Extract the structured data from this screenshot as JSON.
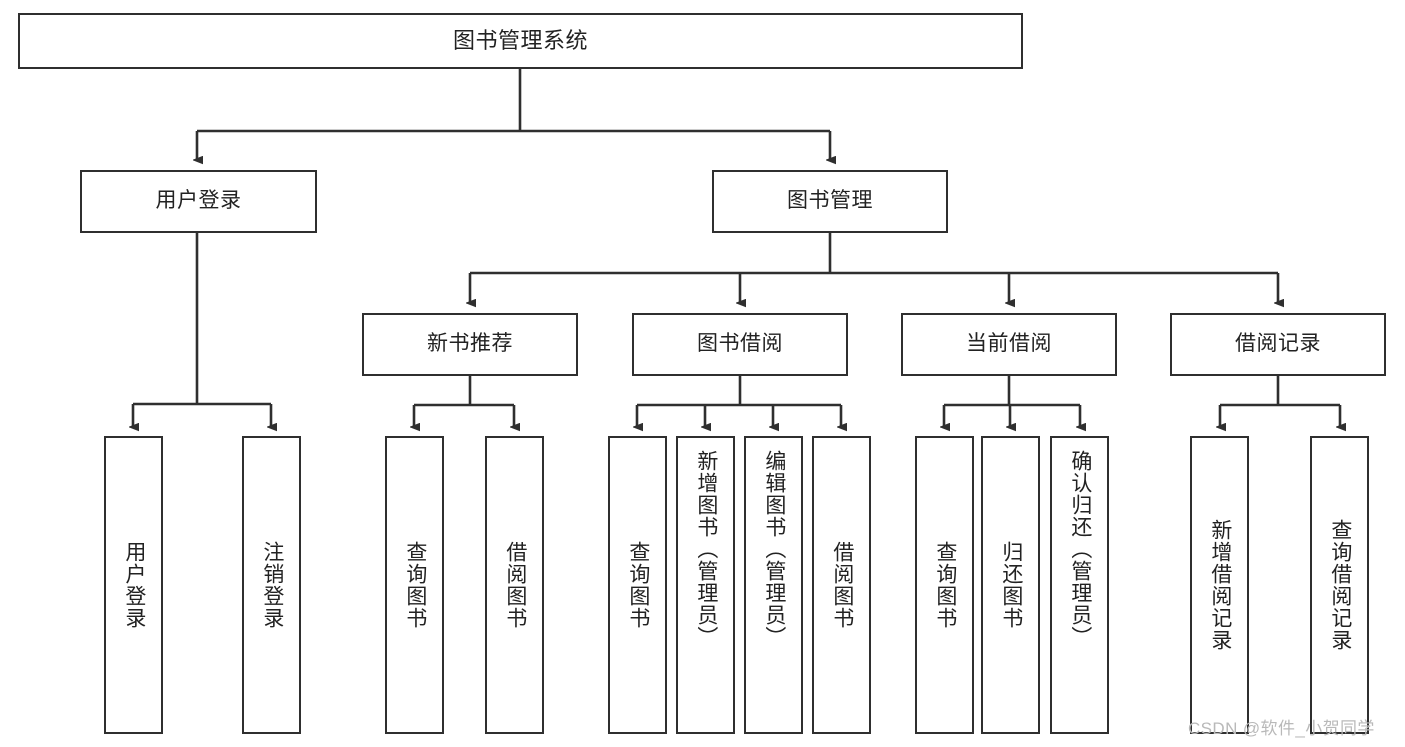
{
  "diagram": {
    "type": "tree-hierarchy",
    "title": "图书管理系统",
    "root": {
      "label": "图书管理系统"
    },
    "level2": [
      {
        "id": "user-login",
        "label": "用户登录"
      },
      {
        "id": "book-management",
        "label": "图书管理"
      }
    ],
    "level3": [
      {
        "id": "new-book-recommend",
        "label": "新书推荐",
        "parent": "book-management"
      },
      {
        "id": "book-borrow",
        "label": "图书借阅",
        "parent": "book-management"
      },
      {
        "id": "current-borrow",
        "label": "当前借阅",
        "parent": "book-management"
      },
      {
        "id": "borrow-record",
        "label": "借阅记录",
        "parent": "book-management"
      }
    ],
    "leaves": [
      {
        "id": "leaf-user-login",
        "label": "用户登录",
        "parent": "user-login"
      },
      {
        "id": "leaf-logout-login",
        "label": "注销登录",
        "parent": "user-login"
      },
      {
        "id": "leaf-query-book-1",
        "label": "查询图书",
        "parent": "new-book-recommend"
      },
      {
        "id": "leaf-borrow-book-1",
        "label": "借阅图书",
        "parent": "new-book-recommend"
      },
      {
        "id": "leaf-query-book-2",
        "label": "查询图书",
        "parent": "book-borrow"
      },
      {
        "id": "leaf-add-book",
        "label": "新增图书（管理员）",
        "parent": "book-borrow"
      },
      {
        "id": "leaf-edit-book",
        "label": "编辑图书（管理员）",
        "parent": "book-borrow"
      },
      {
        "id": "leaf-borrow-book-2",
        "label": "借阅图书",
        "parent": "book-borrow"
      },
      {
        "id": "leaf-query-book-3",
        "label": "查询图书",
        "parent": "current-borrow"
      },
      {
        "id": "leaf-return-book",
        "label": "归还图书",
        "parent": "current-borrow"
      },
      {
        "id": "leaf-confirm-return",
        "label": "确认归还（管理员）",
        "parent": "current-borrow"
      },
      {
        "id": "leaf-add-borrow-record",
        "label": "新增借阅记录",
        "parent": "borrow-record"
      },
      {
        "id": "leaf-query-borrow-record",
        "label": "查询借阅记录",
        "parent": "borrow-record"
      }
    ],
    "colors": {
      "stroke": "#2f2f2f",
      "fill": "#ffffff",
      "text": "#222222",
      "watermark": "#b9b9b9"
    }
  },
  "watermark": {
    "text": "CSDN @软件_小贺同学"
  }
}
